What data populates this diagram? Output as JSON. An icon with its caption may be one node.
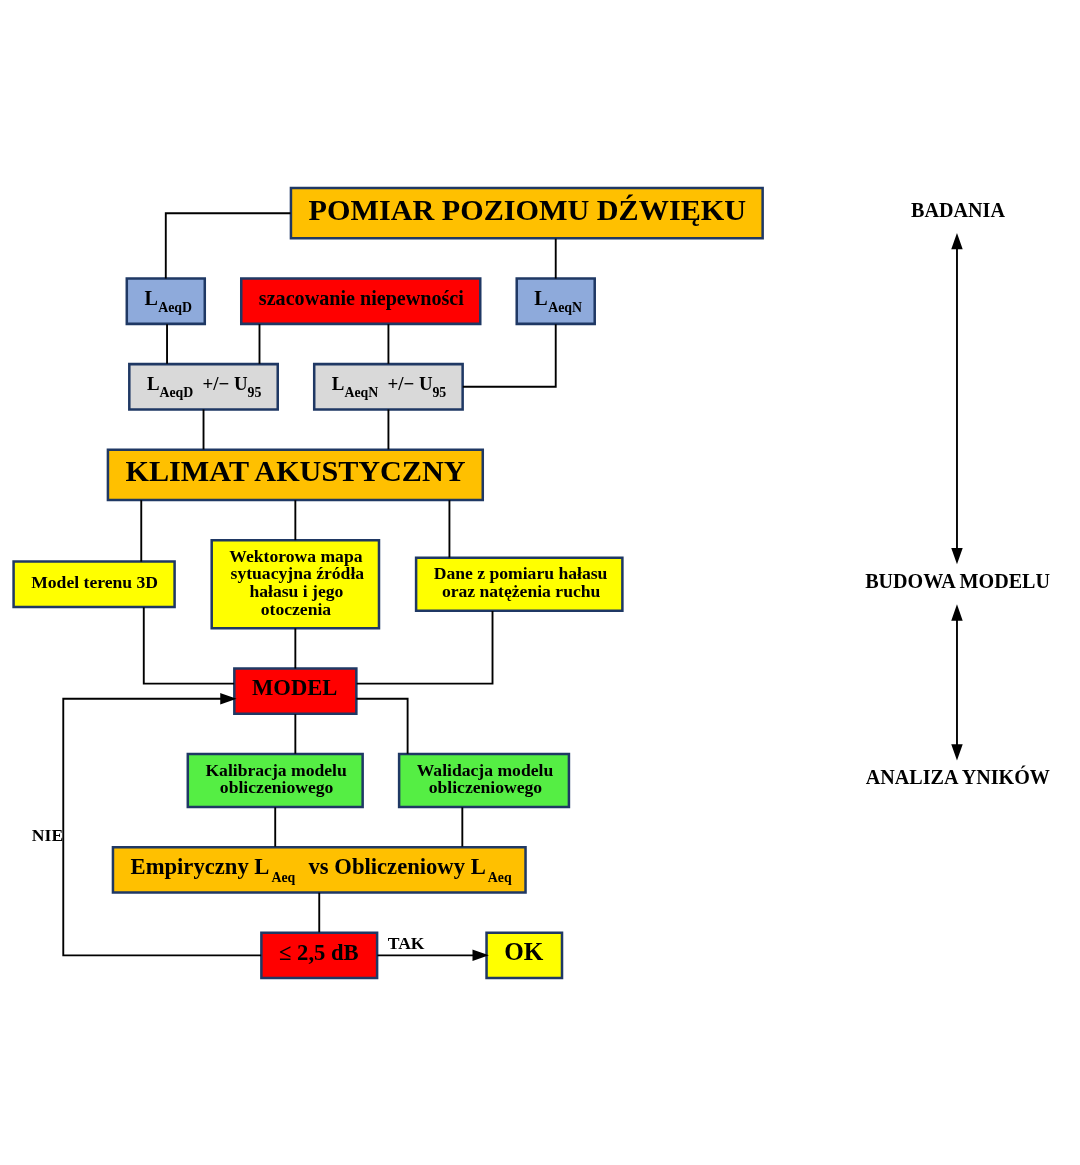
{
  "diagram": {
    "nodes": [
      {
        "text": [
          "POMIAR POZIOMU DŹWIĘKU"
        ]
      },
      {
        "text": [
          "L$_{AeqD}$"
        ]
      },
      {
        "text": [
          "szacowanie niepewności"
        ]
      },
      {
        "text": [
          "L$_{AeqN}$"
        ]
      },
      {
        "text": [
          "L$_{AeqD}$ +/− U$_{95}$"
        ]
      },
      {
        "text": [
          "L$_{AeqN}$ +/− U$_{95}$"
        ]
      },
      {
        "text": [
          "KLIMAT AKUSTYCZNY"
        ]
      },
      {
        "text": [
          "Model terenu 3D"
        ]
      },
      {
        "text": [
          "Wektorowa mapa sytuacyjna źródła hałasu i jego otoczenia"
        ]
      },
      {
        "text": [
          "Dane z pomiaru hałasu oraz natężenia ruchu"
        ]
      },
      {
        "text": [
          "MODEL"
        ]
      },
      {
        "text": [
          "Kalibracja modelu obliczeniowego"
        ]
      },
      {
        "text": [
          "Walidacja modelu obliczeniowego"
        ]
      },
      {
        "text": [
          "Empiryczny L$_{Aeq}$ vs Obliczeniowy L$_{Aeq}$"
        ]
      },
      {
        "text": [
          "≤ 2,5 dB"
        ]
      },
      {
        "text": [
          "OK"
        ]
      }
    ],
    "edges": [
      {
        "from": 0,
        "to": 1,
        "arrow": "none"
      },
      {
        "from": 0,
        "to": 3,
        "arrow": "none"
      },
      {
        "from": 1,
        "to": 4,
        "arrow": "none"
      },
      {
        "from": 2,
        "to": 4,
        "arrow": "none"
      },
      {
        "from": 2,
        "to": 5,
        "arrow": "none"
      },
      {
        "from": 3,
        "to": 5,
        "arrow": "none"
      },
      {
        "from": 4,
        "to": 6,
        "arrow": "none"
      },
      {
        "from": 5,
        "to": 6,
        "arrow": "none"
      },
      {
        "from": 6,
        "to": 7,
        "arrow": "none"
      },
      {
        "from": 6,
        "to": 8,
        "arrow": "none"
      },
      {
        "from": 6,
        "to": 9,
        "arrow": "none"
      },
      {
        "from": 7,
        "to": 10,
        "arrow": "none"
      },
      {
        "from": 8,
        "to": 10,
        "arrow": "none"
      },
      {
        "from": 9,
        "to": 10,
        "arrow": "none"
      },
      {
        "from": 10,
        "to": 11,
        "arrow": "none"
      },
      {
        "from": 10,
        "to": 12,
        "arrow": "none"
      },
      {
        "from": 11,
        "to": 13,
        "arrow": "none"
      },
      {
        "from": 12,
        "to": 13,
        "arrow": "none"
      },
      {
        "from": 13,
        "to": 14,
        "arrow": "none"
      },
      {
        "from": 14,
        "to": 10,
        "arrow": "to",
        "label": "NIE"
      },
      {
        "from": 14,
        "to": 15,
        "arrow": "to",
        "label": "TAK"
      }
    ],
    "labels": [
      "BADANIA",
      "BUDOWA MODELU",
      "ANALIZA YNIKÓW"
    ]
  }
}
